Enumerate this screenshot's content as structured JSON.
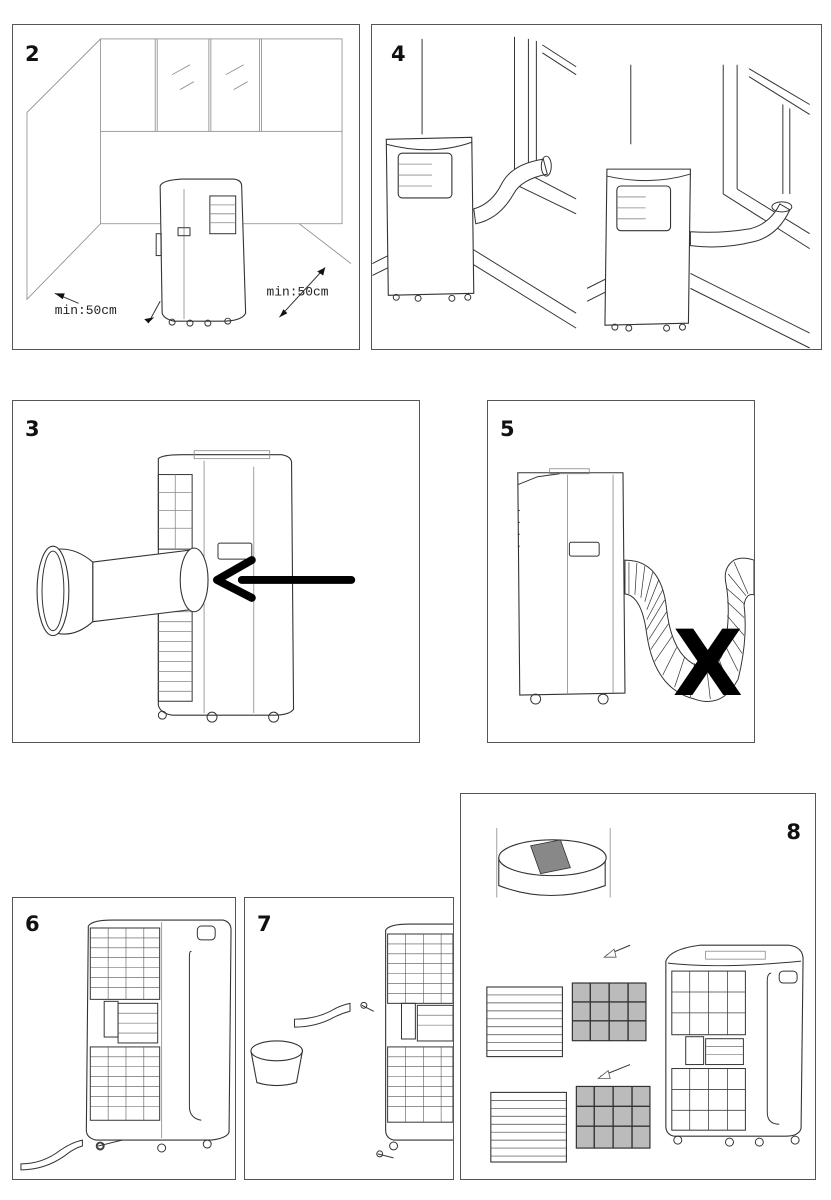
{
  "document": {
    "type": "portable air conditioner installation illustrations",
    "panels": [
      {
        "id": "panel-2",
        "number": "2",
        "labels": [
          "min:50cm",
          "min:50cm"
        ],
        "depicts": "unit placed in room with minimum 50cm clearance from walls"
      },
      {
        "id": "panel-4",
        "number": "4",
        "depicts": "two units with exhaust hose routed to window"
      },
      {
        "id": "panel-3",
        "number": "3",
        "depicts": "attaching exhaust hose adapter to rear of unit",
        "arrow": "left"
      },
      {
        "id": "panel-5",
        "number": "5",
        "mark": "X",
        "depicts": "incorrect hose routing with excessive bends"
      },
      {
        "id": "panel-6",
        "number": "6",
        "depicts": "attaching drain hose at bottom of unit"
      },
      {
        "id": "panel-7",
        "number": "7",
        "depicts": "draining water into basin via drain hose"
      },
      {
        "id": "panel-8",
        "number": "8",
        "depicts": "removing and washing air filters"
      }
    ]
  }
}
